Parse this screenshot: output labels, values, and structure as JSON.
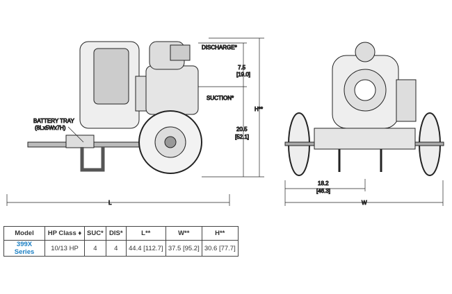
{
  "labels": {
    "discharge": "DISCHARGE*",
    "suction": "SUCTION*",
    "dim_discharge": "7.5",
    "dim_discharge_metric": "[19.0]",
    "dim_height": "H**",
    "dim_suction": "20.5",
    "dim_suction_metric": "[52.1]",
    "battery_tray": "BATTERY TRAY",
    "battery_tray_size": "(8Lx5Wx7H)",
    "length": "L",
    "half_width": "18.2",
    "half_width_metric": "[46.3]",
    "width": "W"
  },
  "table": {
    "headers": [
      "Model",
      "HP Class ♦",
      "SUC*",
      "DIS*",
      "L**",
      "W**",
      "H**"
    ],
    "rows": [
      [
        "399X Series",
        "10/13 HP",
        "4",
        "4",
        "44.4 [112.7]",
        "37.5 [95.2]",
        "30.6 [77.7]"
      ]
    ]
  },
  "colors": {
    "model": "#1a7fc4"
  }
}
